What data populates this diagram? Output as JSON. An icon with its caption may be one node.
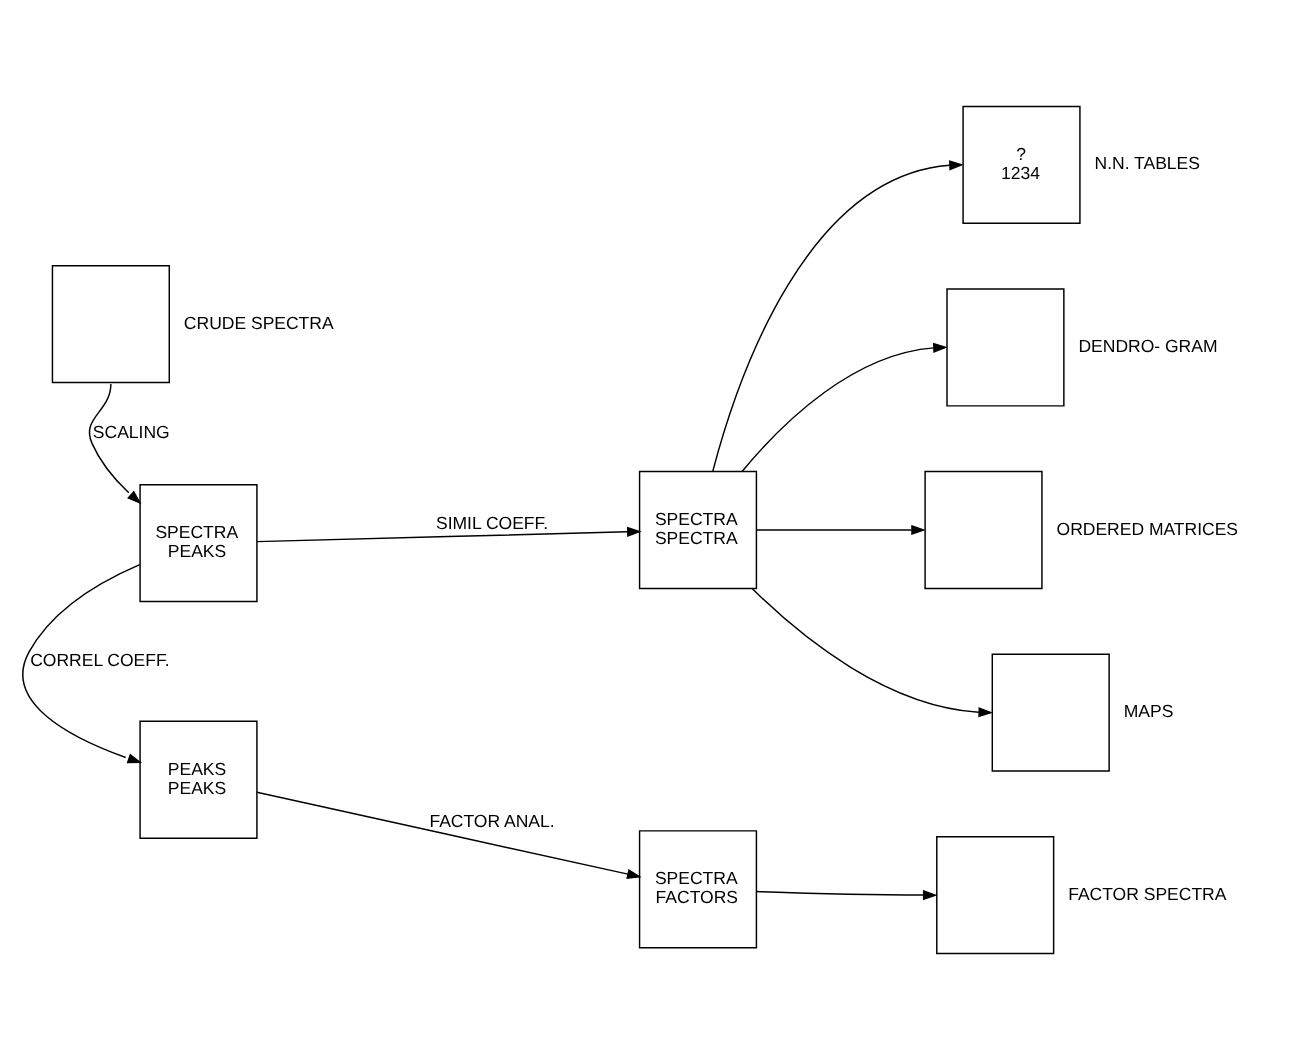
{
  "diagram": {
    "nodes": [
      {
        "text": [],
        "shape": "box",
        "beside": [
          "CRUDE SPECTRA"
        ]
      },
      {
        "text": [
          "SPECTRA",
          "PEAKS"
        ]
      },
      {
        "text": [
          "SPECTRA",
          "SPECTRA"
        ]
      },
      {
        "text": [
          "PEAKS",
          "PEAKS"
        ]
      },
      {
        "text": [
          "SPECTRA",
          "FACTORS"
        ]
      },
      {
        "text": [
          "?",
          "1234"
        ],
        "beside": [
          "N.N. TABLES"
        ]
      },
      {
        "text": [],
        "shape": "box",
        "beside": [
          "DENDRO- GRAM"
        ]
      },
      {
        "text": [],
        "shape": "box",
        "beside": [
          "ORDERED MATRICES"
        ]
      },
      {
        "text": [],
        "shape": "box",
        "beside": [
          "MAPS"
        ]
      },
      {
        "text": [],
        "shape": "box",
        "beside": [
          "FACTOR SPECTRA"
        ]
      }
    ],
    "edges": [
      {
        "from": 0,
        "to": 1,
        "arrow": "to",
        "label": "SCALING"
      },
      {
        "from": 1,
        "to": 2,
        "arrow": "to",
        "label": "SIMIL COEFF."
      },
      {
        "from": 1,
        "to": 3,
        "arrow": "to",
        "label": "CORREL COEFF."
      },
      {
        "from": 3,
        "to": 4,
        "arrow": "to",
        "label": "FACTOR ANAL."
      },
      {
        "from": 2,
        "to": 5,
        "arrow": "to"
      },
      {
        "from": 2,
        "to": 6,
        "arrow": "to"
      },
      {
        "from": 2,
        "to": 7,
        "arrow": "to"
      },
      {
        "from": 2,
        "to": 8,
        "arrow": "to"
      },
      {
        "from": 4,
        "to": 9,
        "arrow": "to"
      }
    ]
  }
}
